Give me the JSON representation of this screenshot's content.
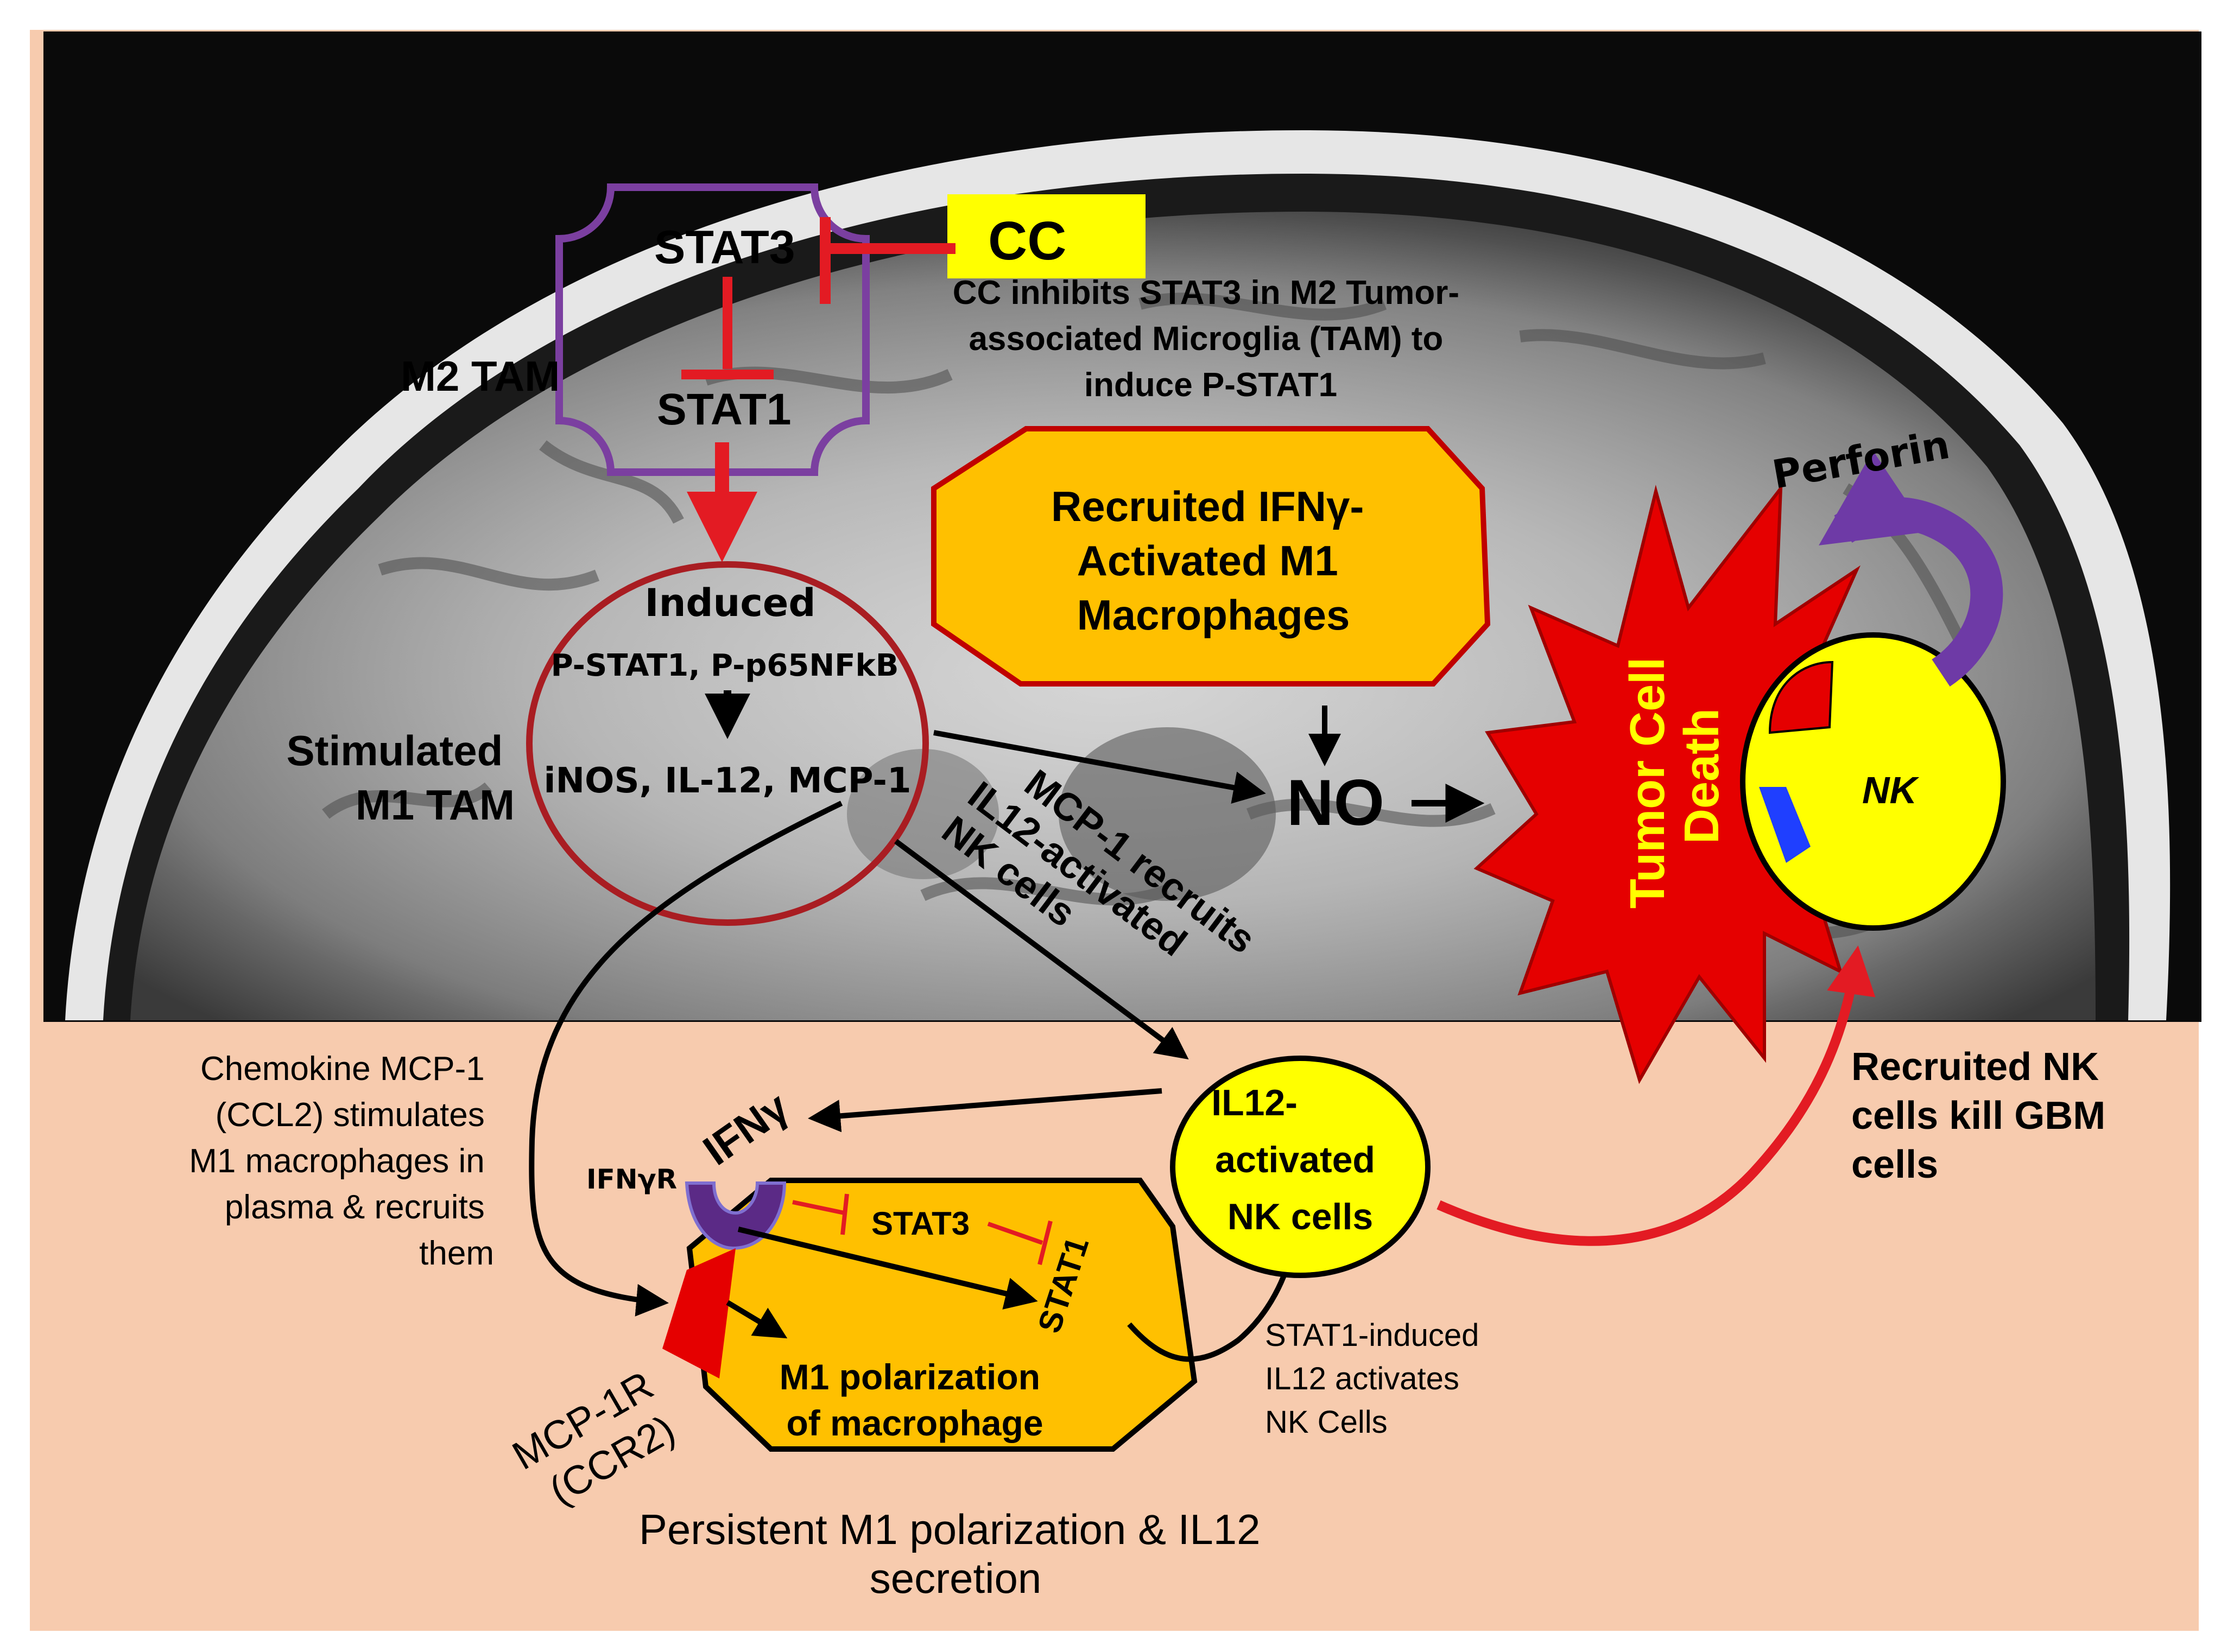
{
  "m2_tam": {
    "label": "M2 TAM",
    "stat3": "STAT3",
    "stat1": "STAT1"
  },
  "cc": {
    "label": "CC",
    "caption": [
      "CC inhibits STAT3 in M2 Tumor-",
      "associated Microglia (TAM) to",
      "induce P-STAT1"
    ]
  },
  "m1_tam": {
    "label": [
      "Stimulated",
      "M1 TAM"
    ],
    "induced": "Induced",
    "markers": "P-STAT1, P-p65NFkB",
    "products": "iNOS, IL-12, MCP-1"
  },
  "recruited_macrophages": {
    "lines": [
      "Recruited IFNγ-",
      "Activated  M1",
      "Macrophages"
    ]
  },
  "no_label": "NO",
  "tumor": {
    "lines": [
      "Tumor Cell",
      "Death"
    ]
  },
  "nk_cell": {
    "label": "NK",
    "perforin": "Perforin"
  },
  "mcp1_arrow": {
    "lines": [
      "MCP-1 recruits",
      "IL12-activated",
      "NK cells"
    ]
  },
  "recruited_nk": {
    "lines": [
      "Recruited NK",
      "cells kill GBM",
      "cells"
    ]
  },
  "chemokine_caption": {
    "lines": [
      "Chemokine MCP-1",
      "(CCL2) stimulates",
      "M1 macrophages in",
      "plasma & recruits",
      "them"
    ]
  },
  "ifn_receptor": {
    "ifng": "IFNγ",
    "ifngr": "IFNγR"
  },
  "macrophage": {
    "stat3": "STAT3",
    "stat1": "STAT1",
    "lines": [
      "M1 polarization",
      "of macrophage"
    ]
  },
  "mcp1r": {
    "lines": [
      "MCP-1R",
      "(CCR2)"
    ]
  },
  "il12_nk": {
    "lines": [
      "IL12-",
      "activated",
      "NK cells"
    ]
  },
  "stat1_caption": {
    "lines": [
      "STAT1-induced",
      "IL12 activates",
      "NK Cells"
    ]
  },
  "bottom_caption": {
    "lines": [
      "Persistent M1 polarization & IL12",
      "secretion"
    ]
  },
  "colors": {
    "background": "#f7cbae",
    "mri_dark": "#0a0a0a",
    "inhibit_red": "#e31b23",
    "purple_border": "#7b3fa0",
    "orange_fill": "#ffc000",
    "yellow": "#ffff00",
    "tumor_red": "#e50000",
    "dark_red": "#a91d22",
    "blue": "#1f3fff",
    "ifngr_purple": "#5b2a86"
  }
}
